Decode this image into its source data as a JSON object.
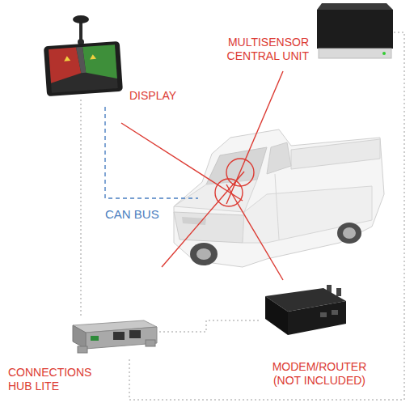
{
  "diagram": {
    "nodes": [
      {
        "text": [
          "DISPLAY"
        ]
      },
      {
        "text": [
          "MULTISENSOR CENTRAL UNIT"
        ]
      },
      {
        "text": [
          "CONNECTIONS HUB LITE"
        ]
      },
      {
        "text": [
          "MODEM/ROUTER (NOT INCLUDED)"
        ]
      }
    ],
    "edges": [
      {
        "from": 0,
        "to": 2,
        "arrow": "none"
      },
      {
        "from": 1,
        "to": 2,
        "arrow": "none"
      },
      {
        "from": 2,
        "to": 3,
        "arrow": "none"
      }
    ],
    "labels": [
      "CAN BUS"
    ]
  }
}
